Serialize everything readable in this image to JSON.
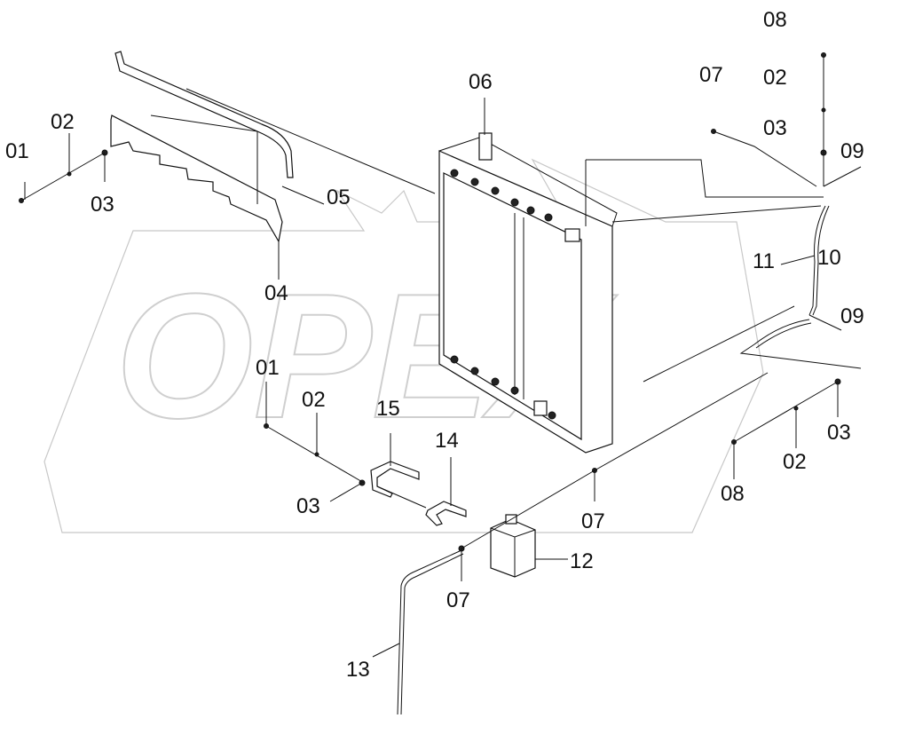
{
  "watermark": {
    "text": "OPEX"
  },
  "callouts": {
    "c01a": "01",
    "c02a": "02",
    "c03a": "03",
    "c05": "05",
    "c04": "04",
    "c06": "06",
    "c07a": "07",
    "c08a": "08",
    "c02b": "02",
    "c03b": "03",
    "c09a": "09",
    "c11": "11",
    "c10": "10",
    "c09b": "09",
    "c01b": "01",
    "c02c": "02",
    "c03c": "03",
    "c15": "15",
    "c14": "14",
    "c07b": "07",
    "c12": "12",
    "c07c": "07",
    "c13": "13",
    "c03d": "03",
    "c02d": "02",
    "c08b": "08"
  }
}
